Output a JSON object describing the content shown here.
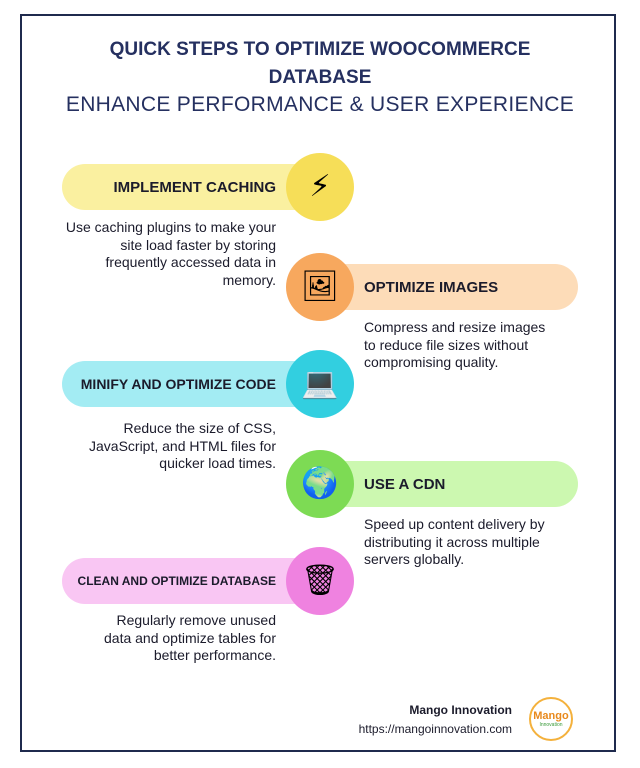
{
  "header": {
    "title_line1": "QUICK STEPS TO OPTIMIZE WOOCOMMERCE",
    "title_line2": "DATABASE",
    "subtitle": "ENHANCE PERFORMANCE & USER EXPERIENCE"
  },
  "steps": [
    {
      "title": "IMPLEMENT CACHING",
      "icon": "lightning-icon",
      "glyph": "⚡",
      "desc": [
        "Use caching plugins to make your",
        "site load faster by storing",
        "frequently accessed data in",
        "memory."
      ],
      "pill_color": "#faf0a0",
      "circle_color": "#f6de58"
    },
    {
      "title": "OPTIMIZE IMAGES",
      "icon": "framed-picture-icon",
      "glyph": "🖼",
      "desc": [
        "Compress and resize images",
        "to reduce file sizes without",
        "compromising quality."
      ],
      "pill_color": "#fddcb8",
      "circle_color": "#f7a85e"
    },
    {
      "title": "MINIFY AND OPTIMIZE CODE",
      "icon": "laptop-icon",
      "glyph": "💻",
      "desc": [
        "Reduce the size of CSS,",
        "JavaScript, and HTML files for",
        "quicker load times."
      ],
      "pill_color": "#a3ecf3",
      "circle_color": "#32cfe0"
    },
    {
      "title": "USE A CDN",
      "icon": "globe-icon",
      "glyph": "🌍",
      "desc": [
        "Speed up content delivery by",
        "distributing it across multiple",
        "servers globally."
      ],
      "pill_color": "#ccf8b0",
      "circle_color": "#7ddb54"
    },
    {
      "title": "CLEAN AND OPTIMIZE DATABASE",
      "icon": "wastebasket-icon",
      "glyph": "🗑",
      "desc": [
        "Regularly remove unused",
        "data and optimize tables for",
        "better performance."
      ],
      "pill_color": "#f9c6f3",
      "circle_color": "#ef82e0"
    }
  ],
  "footer": {
    "brand_name": "Mango Innovation",
    "url": "https://mangoinnovation.com",
    "logo_text": "Mango",
    "logo_subtext": "Innovation"
  }
}
